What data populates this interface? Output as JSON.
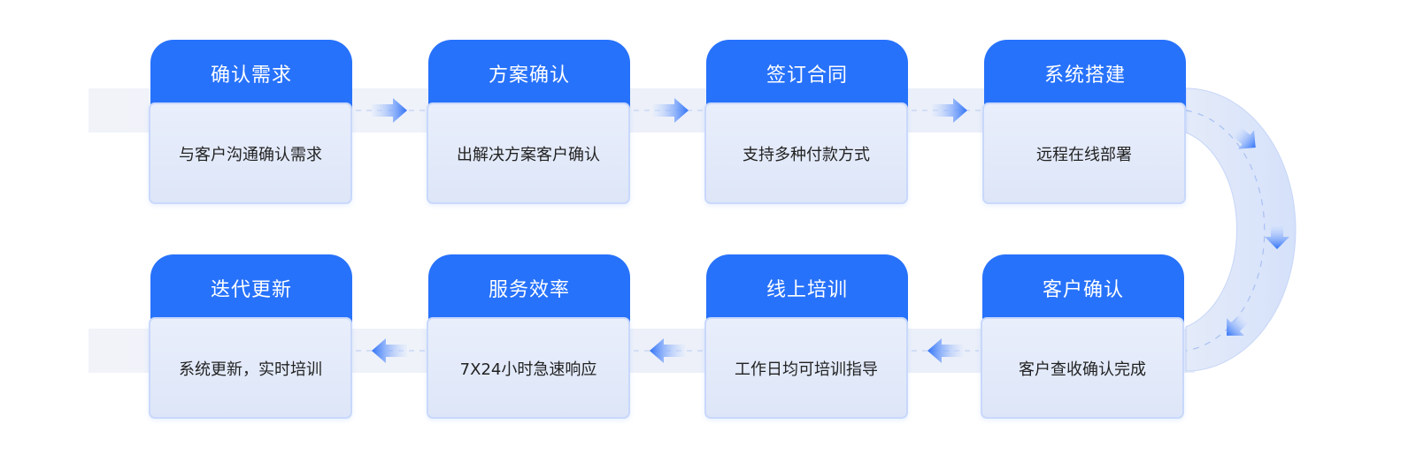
{
  "colors": {
    "header": "#2772fb",
    "body_start": "#e9eefb",
    "body_end": "#dde6f8",
    "border": "#c9d8fb",
    "band": "#eef1f8",
    "arrow": "#3a7cf9"
  },
  "steps": [
    {
      "title": "确认需求",
      "desc": "与客户沟通确认需求"
    },
    {
      "title": "方案确认",
      "desc": "出解决方案客户确认"
    },
    {
      "title": "签订合同",
      "desc": "支持多种付款方式"
    },
    {
      "title": "系统搭建",
      "desc": "远程在线部署"
    },
    {
      "title": "客户确认",
      "desc": "客户查收确认完成"
    },
    {
      "title": "线上培训",
      "desc": "工作日均可培训指导"
    },
    {
      "title": "服务效率",
      "desc": "7X24小时急速响应"
    },
    {
      "title": "迭代更新",
      "desc": "系统更新，实时培训"
    }
  ]
}
